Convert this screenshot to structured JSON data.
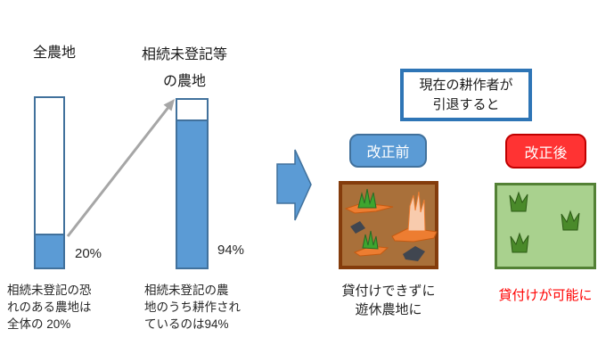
{
  "colors": {
    "bar_fill": "#5b9bd5",
    "bar_border": "#41719c",
    "gray_arrow": "#a6a6a6",
    "big_arrow_fill": "#5b9bd5",
    "big_arrow_border": "#41719c",
    "callout_border": "#2e75b6",
    "before_badge_fill": "#5b9bd5",
    "after_badge_fill": "#ff3333",
    "after_badge_border": "#c00000",
    "soil_fill": "#a9703a",
    "soil_border": "#843c0c",
    "branch_fill": "#ed7d31",
    "stump_fill": "#f8cbad",
    "stone_fill": "#404650",
    "weed_fill": "#3ea52f",
    "grass_field_fill": "#a9d18e",
    "grass_field_border": "#538135",
    "grass_tuft_fill": "#4a8a2a",
    "red_text": "#ff0000"
  },
  "left_chart": {
    "title": "全農地",
    "value_label": "20%",
    "value_pct": 20,
    "caption_lines": [
      "相続未登記の恐",
      "れのある農地は",
      "全体の 20%"
    ]
  },
  "right_chart": {
    "title_line1": "相続未登記等",
    "title_line2": "の農地",
    "value_label": "94%",
    "value_pct": 94,
    "caption_lines": [
      "相続未登記の農",
      "地のうち耕作され",
      "ているのは94%"
    ]
  },
  "chart_data": {
    "type": "bar",
    "categories": [
      "全農地",
      "相続未登記等の農地"
    ],
    "values": [
      20,
      94
    ],
    "title": "",
    "xlabel": "",
    "ylabel": "",
    "ylim": [
      0,
      100
    ],
    "notes": "100%-stacked style bars; filled portion = cultivated/at-risk share"
  },
  "callout": {
    "line1": "現在の耕作者が",
    "line2": "引退すると"
  },
  "before": {
    "badge_label": "改正前",
    "caption_lines": [
      "貸付けできずに",
      "遊休農地に"
    ]
  },
  "after": {
    "badge_label": "改正後",
    "caption": "貸付けが可能に"
  }
}
